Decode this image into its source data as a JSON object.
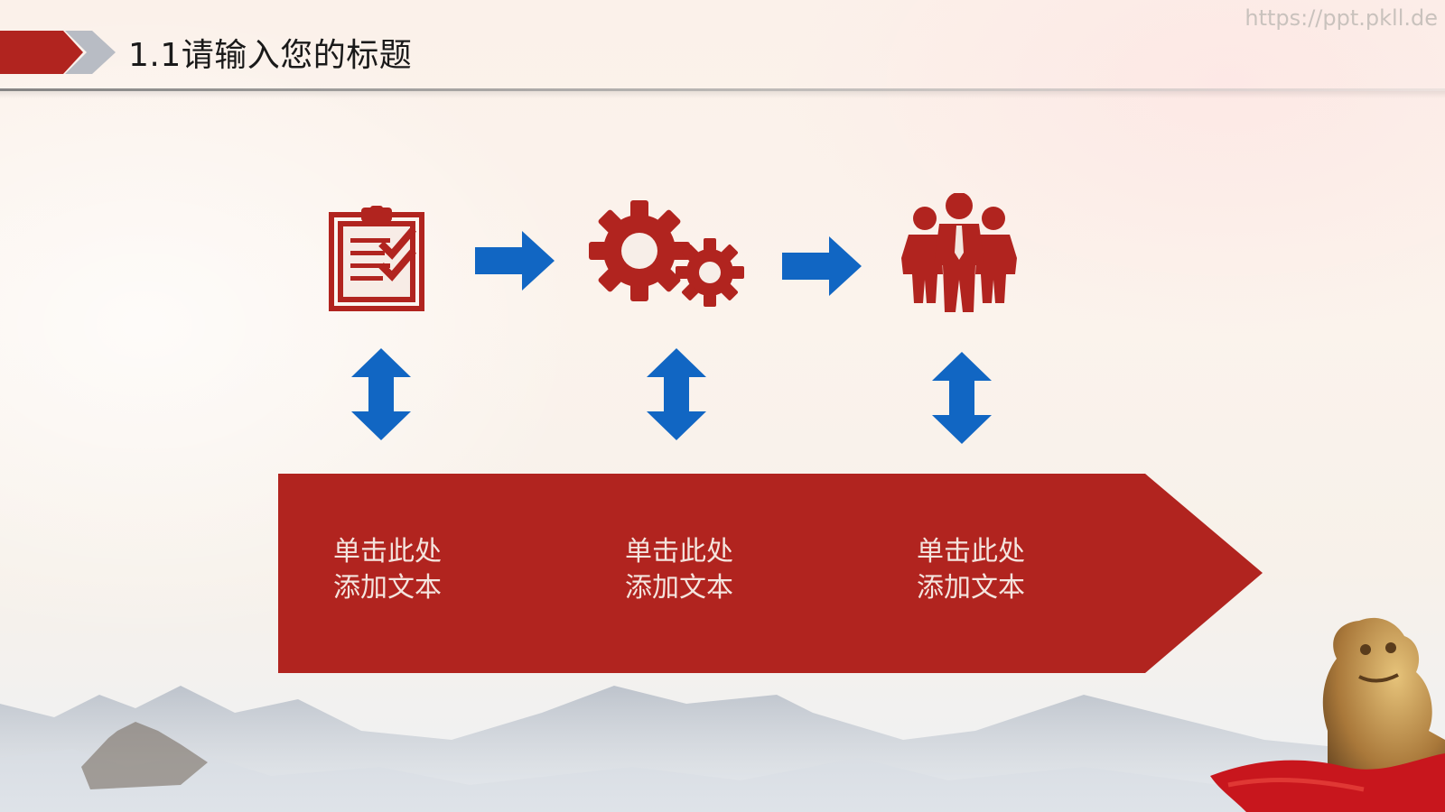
{
  "header": {
    "title": "1.1请输入您的标题",
    "watermark": "https://ppt.pkll.de"
  },
  "colors": {
    "accent_red": "#b1241f",
    "arrow_blue": "#1166c3",
    "chevron_gray": "#b8bcc4"
  },
  "steps": [
    {
      "icon": "clipboard-checklist-icon",
      "line1": "单击此处",
      "line2": "添加文本"
    },
    {
      "icon": "gears-icon",
      "line1": "单击此处",
      "line2": "添加文本"
    },
    {
      "icon": "team-icon",
      "line1": "单击此处",
      "line2": "添加文本"
    }
  ]
}
